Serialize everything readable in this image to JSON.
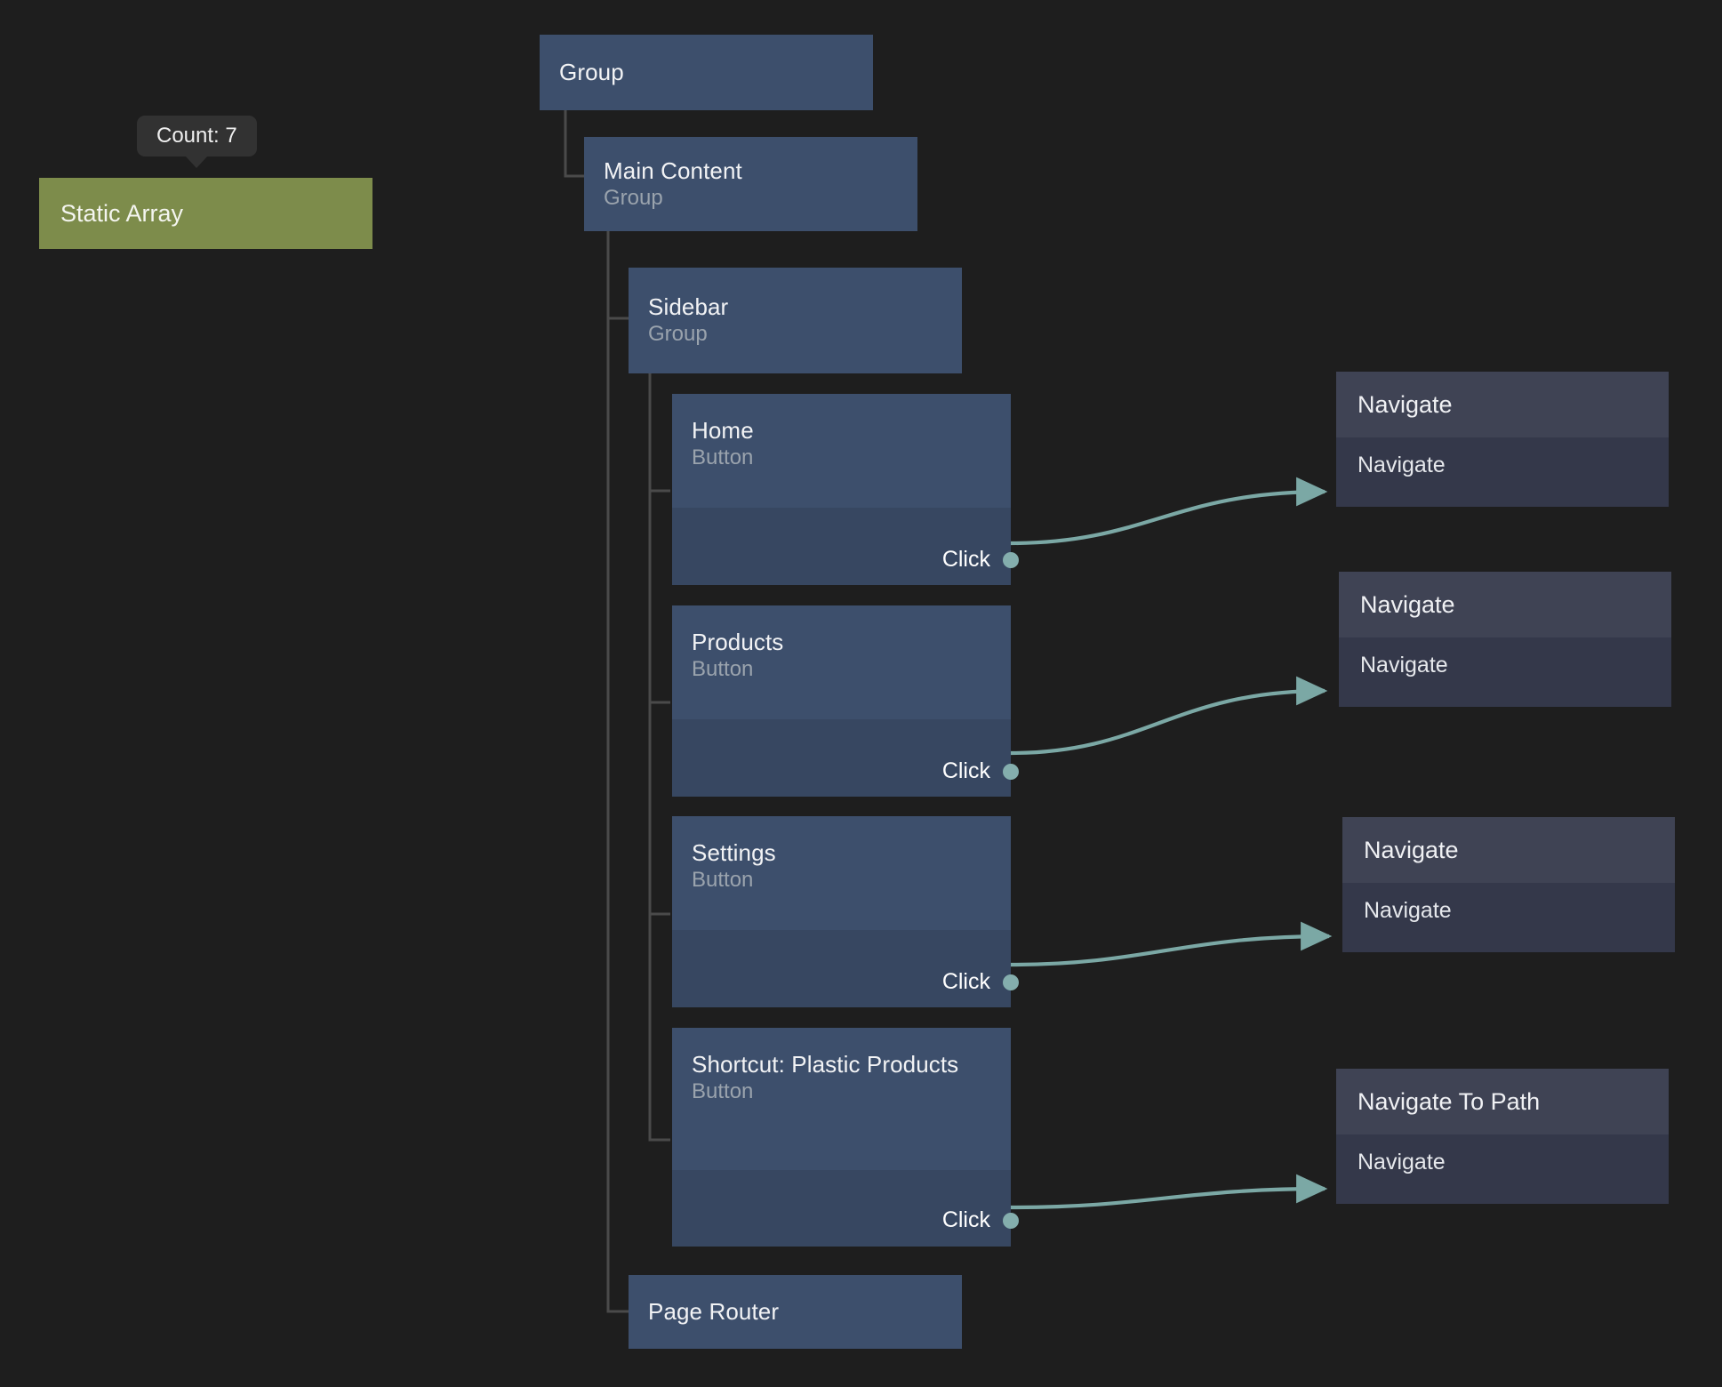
{
  "canvas": {
    "background": "#1e1e1e",
    "node_color": "#3d4f6c",
    "node_body_color": "#374761",
    "action_header_color": "#3f4354",
    "action_body_color": "#34384a",
    "accent_color": "#84aead",
    "green_color": "#7d8c4b",
    "tree_line_color": "#4a4a4a"
  },
  "tooltip": {
    "text": "Count: 7"
  },
  "static_array_node": {
    "label": "Static Array"
  },
  "tree": [
    {
      "title": "Group",
      "subtitle": "",
      "port": ""
    },
    {
      "title": "Main Content",
      "subtitle": "Group",
      "port": ""
    },
    {
      "title": "Sidebar",
      "subtitle": "Group",
      "port": ""
    },
    {
      "title": "Home",
      "subtitle": "Button",
      "port": "Click"
    },
    {
      "title": "Products",
      "subtitle": "Button",
      "port": "Click"
    },
    {
      "title": "Settings",
      "subtitle": "Button",
      "port": "Click"
    },
    {
      "title": "Shortcut: Plastic Products",
      "subtitle": "Button",
      "port": "Click"
    },
    {
      "title": "Page Router",
      "subtitle": "",
      "port": ""
    }
  ],
  "actions": [
    {
      "title": "Navigate",
      "port": "Navigate"
    },
    {
      "title": "Navigate",
      "port": "Navigate"
    },
    {
      "title": "Navigate",
      "port": "Navigate"
    },
    {
      "title": "Navigate To Path",
      "port": "Navigate"
    }
  ]
}
